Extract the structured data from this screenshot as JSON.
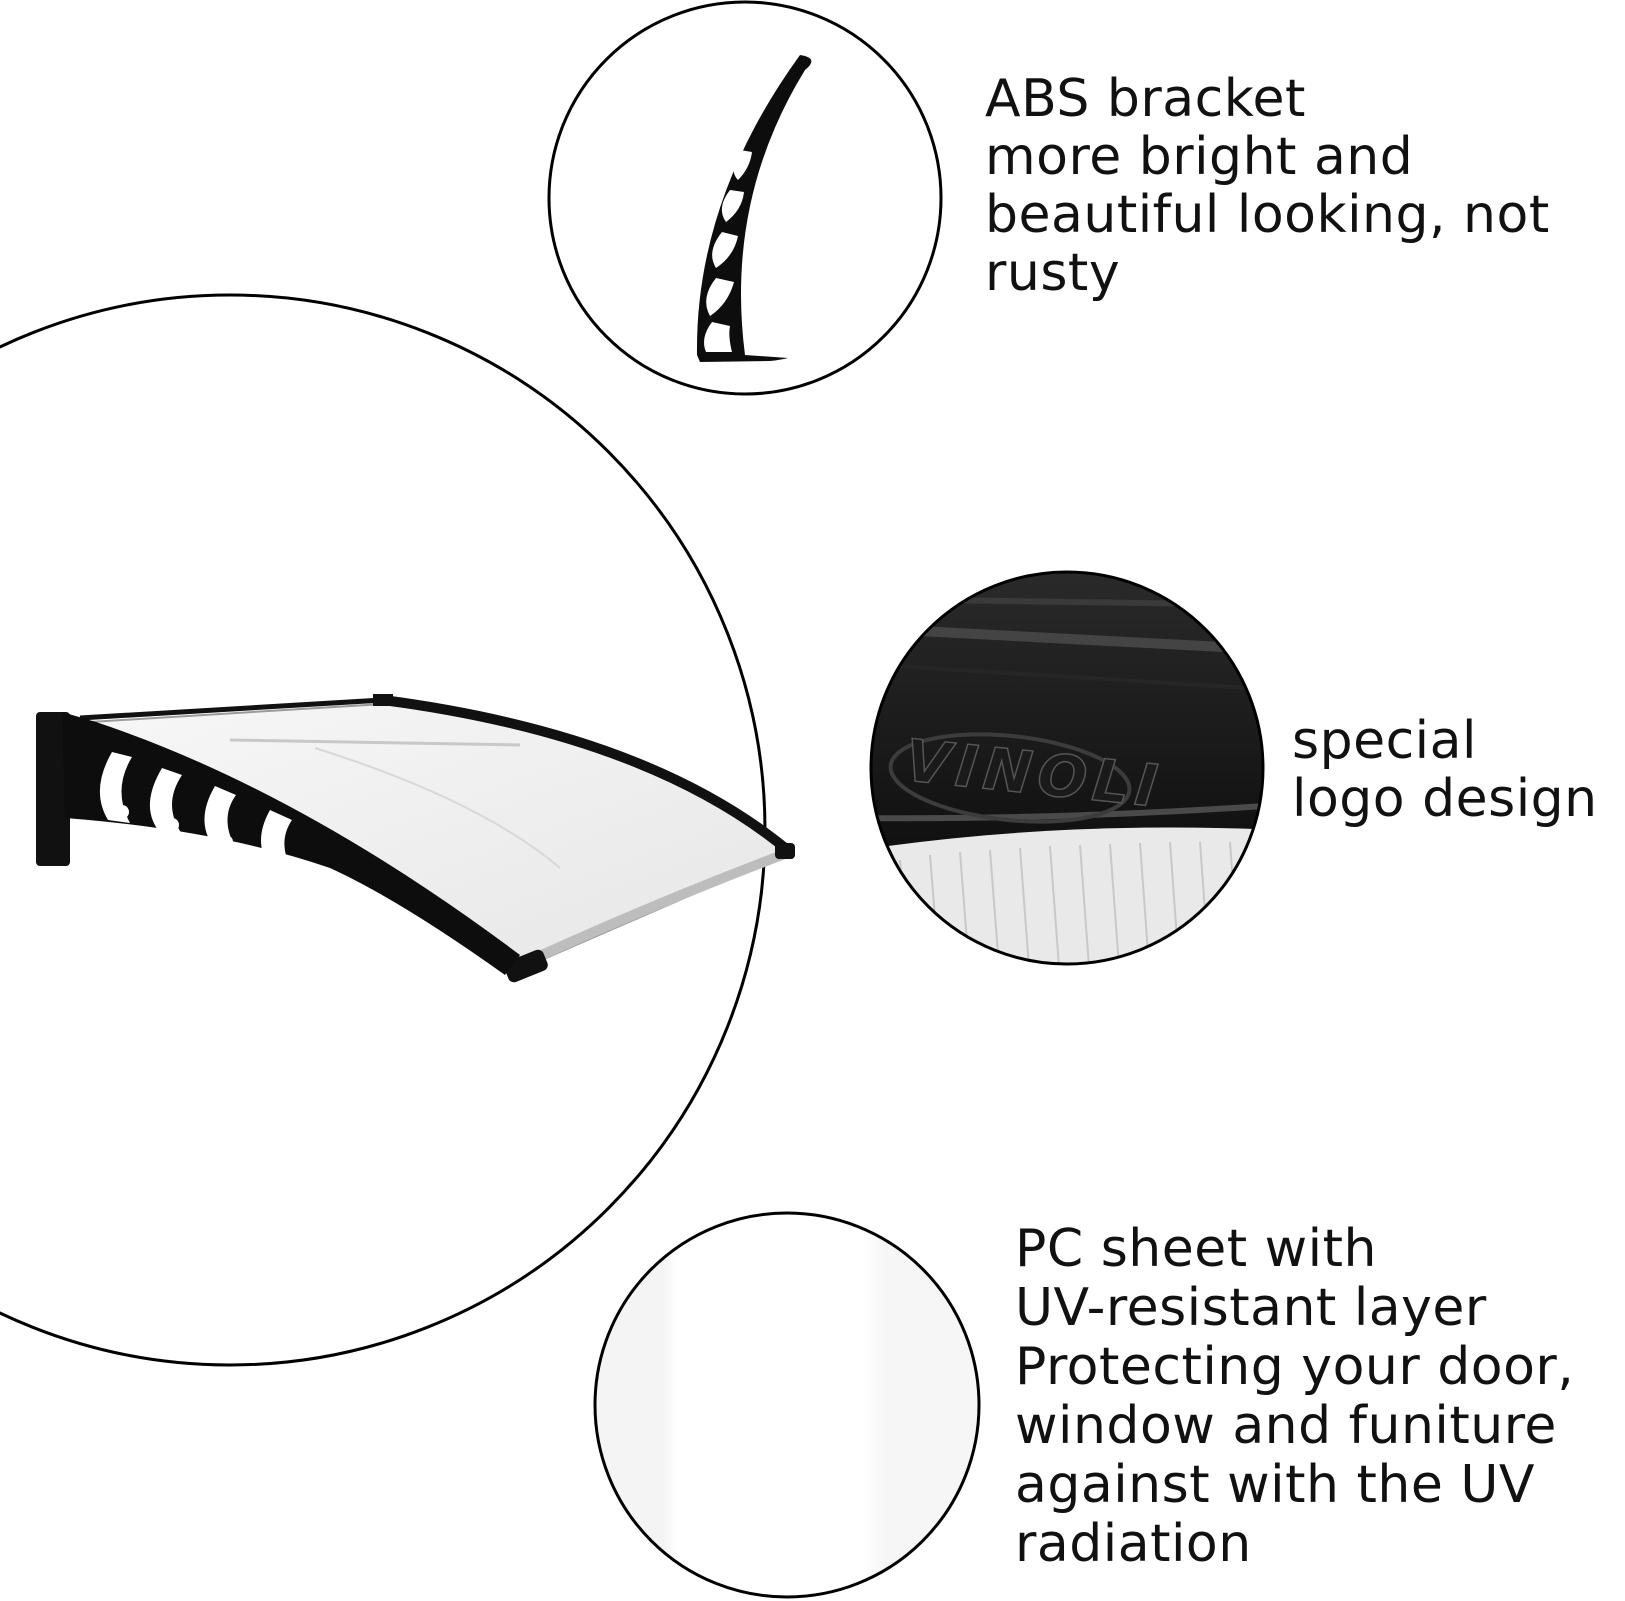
{
  "features": {
    "bracket": {
      "lines": [
        "ABS bracket",
        "more bright and",
        "beautiful looking, not",
        "rusty"
      ]
    },
    "logo": {
      "lines": [
        "special",
        "logo design"
      ],
      "logo_mark": "VINOLI"
    },
    "pc_sheet": {
      "lines": [
        "PC sheet with",
        "UV-resistant layer",
        "Protecting your door,",
        "window and funiture",
        "against with the UV",
        "radiation"
      ]
    }
  },
  "colors": {
    "outline": "#000000",
    "bracket": "#0d0d0d",
    "panel": "#eeeeee",
    "background": "#ffffff"
  }
}
